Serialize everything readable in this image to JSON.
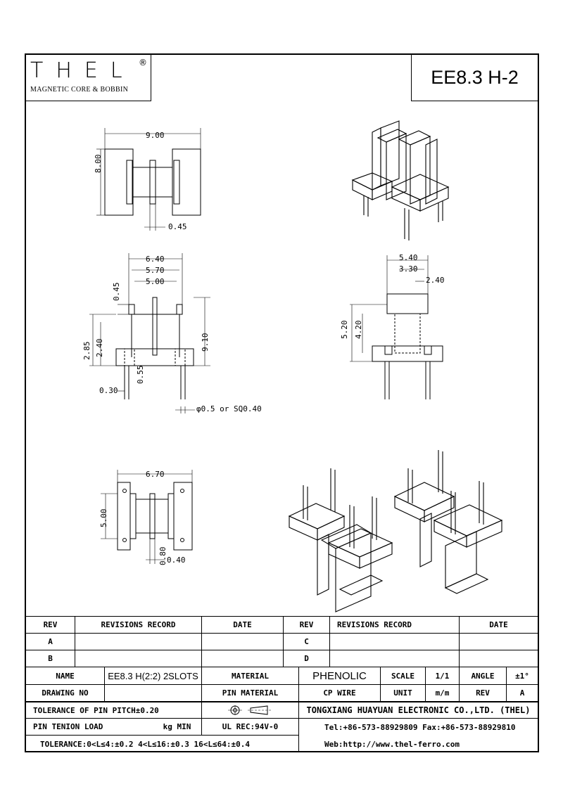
{
  "header": {
    "logo_word": "THEL",
    "logo_registered": "®",
    "logo_subtitle": "MAGNETIC CORE & BOBBIN",
    "part_title": "EE8.3 H-2"
  },
  "dimensions": {
    "top_width": "9.00",
    "top_height": "8.00",
    "top_gap": "0.45",
    "front_w1": "6.40",
    "front_w2": "5.70",
    "front_w3": "5.00",
    "front_t": "0.45",
    "front_h1": "2.85",
    "front_h2": "2.40",
    "front_h3": "9.10",
    "front_pin": "0.55",
    "front_pin_w": "0.30",
    "pin_spec": "φ0.5 or SQ0.40",
    "side_w1": "5.40",
    "side_w2": "3.30",
    "side_w3": "2.40",
    "side_h1": "5.20",
    "side_h2": "4.20",
    "bottom_w": "6.70",
    "bottom_h": "5.00",
    "bottom_pin": "0.80",
    "bottom_pin_w": "0.40"
  },
  "title_block": {
    "rev_label": "REV",
    "revisions_label": "REVISIONS RECORD",
    "date_label": "DATE",
    "rev_a": "A",
    "rev_b": "B",
    "rev_c": "C",
    "rev_d": "D",
    "name_label": "NAME",
    "name_value": "EE8.3 H(2:2) 2SLOTS",
    "material_label": "MATERIAL",
    "material_value": "PHENOLIC",
    "scale_label": "SCALE",
    "scale_value": "1/1",
    "angle_label": "ANGLE",
    "angle_value": "±1°",
    "drawing_no_label": "DRAWING NO",
    "pin_material_label": "PIN MATERIAL",
    "cp_wire_label": "CP WIRE",
    "unit_label": "UNIT",
    "unit_value": "m/m",
    "rev_label2": "REV",
    "rev_value": "A",
    "tol_pitch": "TOLERANCE OF PIN PITCH±0.20",
    "company": "TONGXIANG HUAYUAN ELECTRONIC CO.,LTD.  (THEL)",
    "pin_tension": "PIN TENION LOAD",
    "kg_min": "kg MIN",
    "ul_rec": "UL REC:94V-0",
    "tel": "Tel:+86-573-88929809 Fax:+86-573-88929810",
    "tolerance": "TOLERANCE:0<L≤4:±0.2  4<L≤16:±0.3  16<L≤64:±0.4",
    "web": "Web:http://www.thel-ferro.com"
  }
}
